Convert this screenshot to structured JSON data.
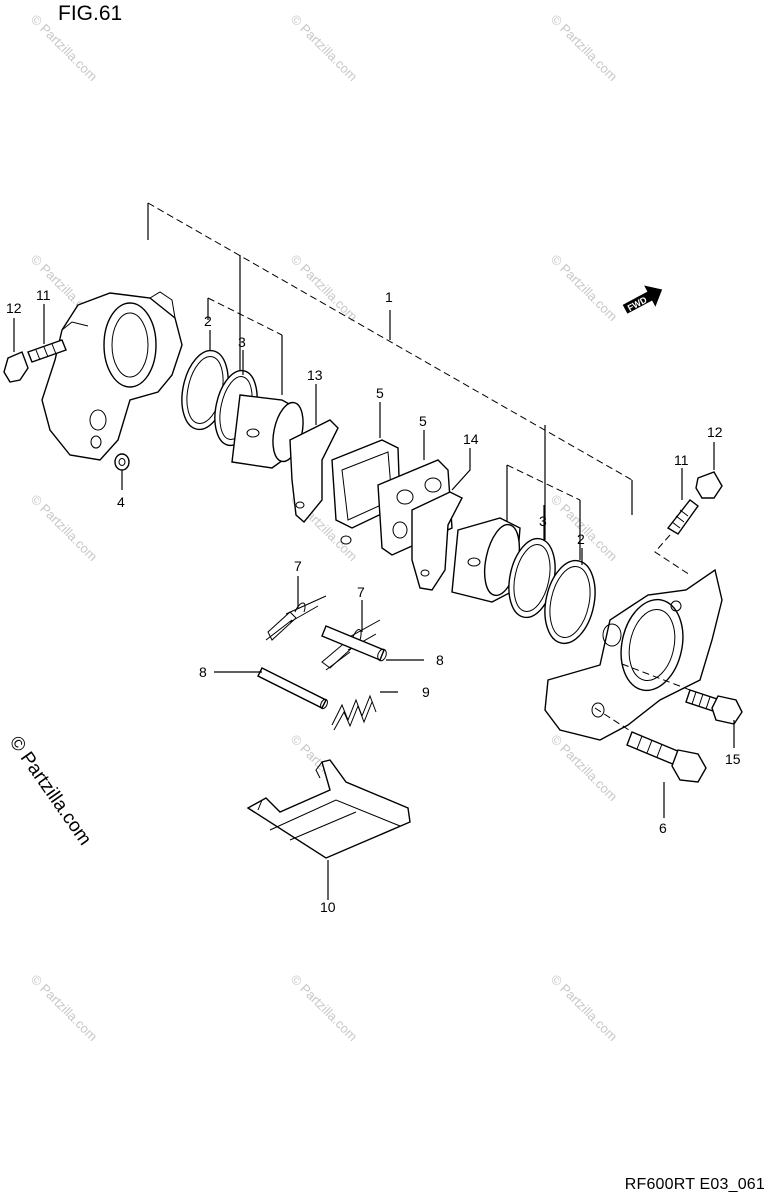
{
  "figure": {
    "title": "FIG.61",
    "drawing_code": "RF600RT E03_061"
  },
  "watermark": {
    "text": "© Partzilla.com",
    "side_text": "© Partzilla.com"
  },
  "direction_badge": {
    "text": "FWD"
  },
  "callouts": {
    "c1": "1",
    "c2a": "2",
    "c2b": "2",
    "c3a": "3",
    "c3b": "3",
    "c4": "4",
    "c5a": "5",
    "c5b": "5",
    "c6": "6",
    "c7a": "7",
    "c7b": "7",
    "c8a": "8",
    "c8b": "8",
    "c9": "9",
    "c10": "10",
    "c11a": "11",
    "c11b": "11",
    "c12a": "12",
    "c12b": "12",
    "c13": "13",
    "c14": "14",
    "c15": "15"
  }
}
